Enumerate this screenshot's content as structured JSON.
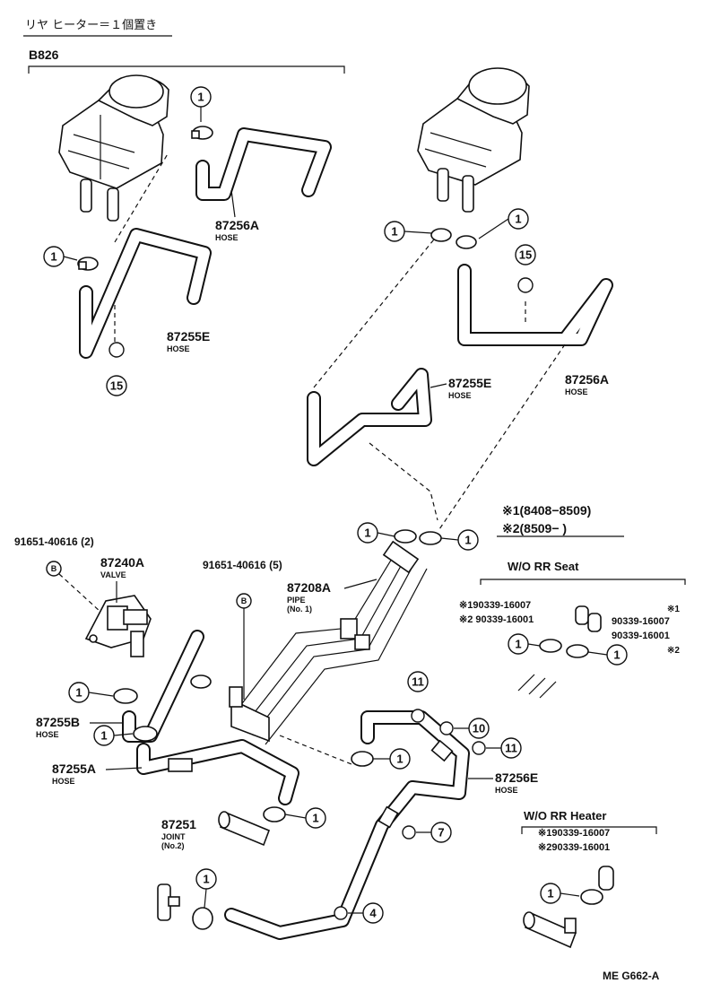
{
  "header": {
    "japanese_title": "リヤ ヒーター＝１個置き",
    "model_code": "B826"
  },
  "parts": {
    "p87256A_top": {
      "number": "87256A",
      "name": "HOSE"
    },
    "p87255E_left": {
      "number": "87255E",
      "name": "HOSE"
    },
    "p87255E_right": {
      "number": "87255E",
      "name": "HOSE"
    },
    "p87256A_right": {
      "number": "87256A",
      "name": "HOSE"
    },
    "p87240A": {
      "number": "87240A",
      "name": "VALVE"
    },
    "p87208A": {
      "number": "87208A",
      "name": "PIPE",
      "note": "(No. 1)"
    },
    "p87255B": {
      "number": "87255B",
      "name": "HOSE"
    },
    "p87255A": {
      "number": "87255A",
      "name": "HOSE"
    },
    "p87251": {
      "number": "87251",
      "name": "JOINT",
      "note": "(No.2)"
    },
    "p87256E": {
      "number": "87256E",
      "name": "HOSE"
    }
  },
  "bolts": {
    "bolt_left": "91651-40616 (2)",
    "bolt_center": "91651-40616 (5)",
    "marker": "B"
  },
  "legend": {
    "line1": "※1(8408−8509)",
    "line2": "※2(8509−          )"
  },
  "wo_rr_seat": {
    "title": "W/O RR Seat",
    "left_line1": "※190339-16007",
    "left_line2": "※2 90339-16001",
    "right_mark1": "※1",
    "right_part1": "90339-16007",
    "right_part2": "90339-16001",
    "right_mark2": "※2"
  },
  "wo_rr_heater": {
    "title": "W/O RR Heater",
    "line1": "※190339-16007",
    "line2": "※290339-16001"
  },
  "refs": {
    "r1": "1",
    "r4": "4",
    "r7": "7",
    "r10": "10",
    "r11": "11",
    "r15": "15"
  },
  "footer": {
    "code": "ME G662-A"
  }
}
